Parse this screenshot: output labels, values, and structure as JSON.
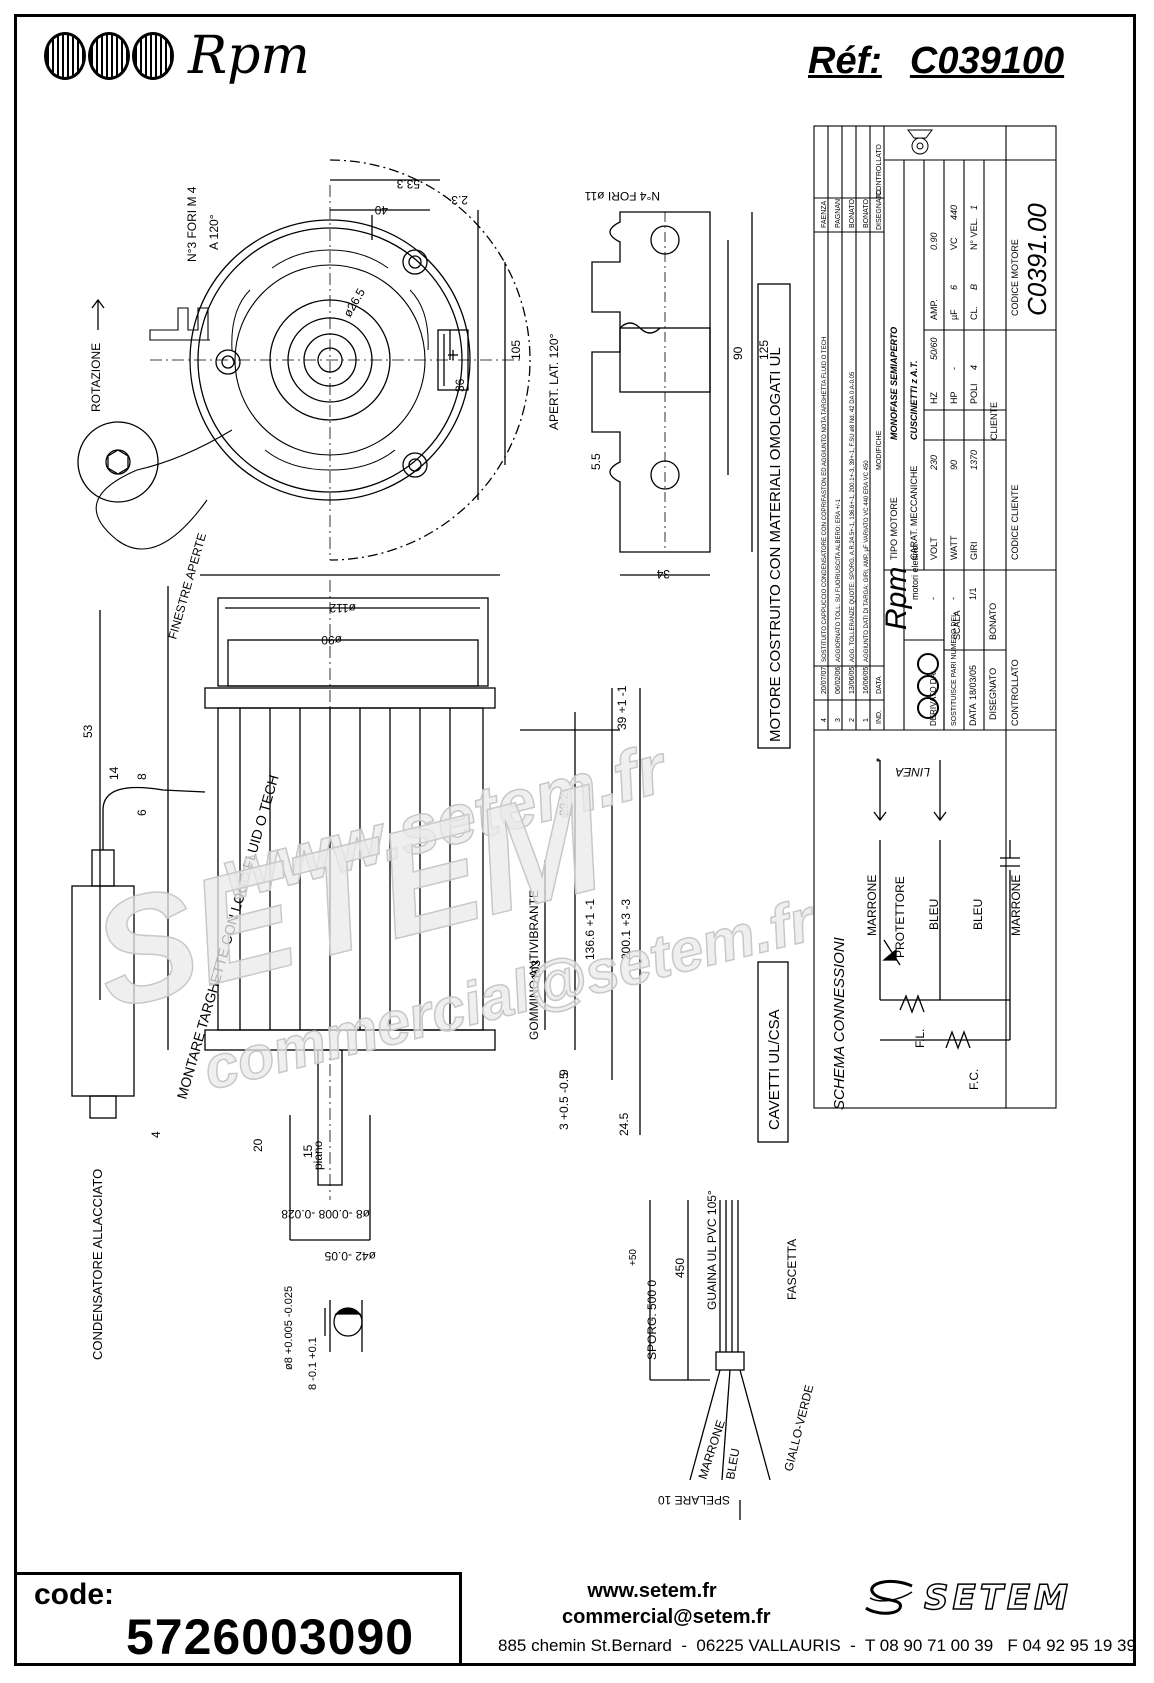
{
  "header": {
    "brand": "Rpm",
    "ref_label": "Réf:",
    "ref_value": "C039100"
  },
  "drawing": {
    "front_view": {
      "holes_note": "N°3 FORI M 4",
      "holes_angle": "A 120°",
      "rotation_label": "ROTAZIONE",
      "opening_label": "APERT. LAT. 120°",
      "dims": [
        "53.3",
        "40",
        "2.3",
        "105",
        "36",
        "ø26.5"
      ]
    },
    "bracket_view": {
      "holes_note": "N°4 FORI ø11",
      "dims": [
        "90",
        "125",
        "5.5",
        "34"
      ]
    },
    "side_view": {
      "windows_label": "FINESTRE APERTE",
      "damper_label": "GOMMINO ANTIVIBRANTE",
      "plate_label": "MONTARE TARGHETTE CON LOGO FLUID O TECH",
      "capacitor_label": "CONDENSATORE ALLACCIATO",
      "flat_label": "piano",
      "dims": [
        "ø112",
        "ø90",
        "53",
        "14",
        "8",
        "6",
        "39 +1 -1",
        "29.2",
        "103",
        "136.6 +1 -1",
        "200.1 +3 -3",
        "4",
        "9",
        "3 +0.5 -0.5",
        "24.5",
        "20",
        "15",
        "ø8 -0.008 -0.028",
        "ø42 -0.05"
      ]
    },
    "shaft_detail": {
      "dims": [
        "ø8 +0.005 -0.025",
        "8 -0.1 +0.1"
      ]
    },
    "cable": {
      "sheath_label": "GUAINA UL PVC 105°",
      "clip_label": "FASCETTA",
      "wires": [
        "MARRONE",
        "BLEU",
        "GIALLO-VERDE"
      ],
      "length_label": "SPORG. 500 0",
      "length_tol": "+50",
      "dim_450": "450",
      "strip_label": "SPELARE 10"
    },
    "notes": {
      "ul_materials": "MOTORE COSTRUITO CON MATERIALI OMOLOGATI UL",
      "ul_cables": "CAVETTI UL/CSA"
    },
    "wiring": {
      "title": "SCHEMA CONNESSIONI",
      "line": "LINEA",
      "labels": [
        "MARRONE",
        "PROTETTORE",
        "BLEU",
        "BLEU",
        "MARRONE",
        "F.L.",
        "F.C."
      ]
    },
    "title_block": {
      "revisions": [
        {
          "ind": "4",
          "data": "20/07/07",
          "text": "SOSTITUITO CAPPUCCIO CONDENSATORE CON COPRIFASTON ED AGGIUNTO NOTA TARGHETTA FLUID O TECH",
          "by": "FAENZA"
        },
        {
          "ind": "3",
          "data": "06/02/06",
          "text": "AGGIORNATO TOLL. SU FUORIUSCITA ALBERO: ERA +/-1",
          "by": "PAGNANI"
        },
        {
          "ind": "2",
          "data": "13/06/05",
          "text": "AGG. TOLLERANZE QUOTE: SPORG. A.R.24.5+-1, 136.6+-1, 200.1+-3, 39+-1, F.SU ø8 Nd. 42 DA 0 A-0.05",
          "by": "BONATO"
        },
        {
          "ind": "1",
          "data": "16/06/05",
          "text": "AGGIUNTO DATI DI TARGA: GIRI, AMP, µF VARIATO VC 440 ERA VC 450",
          "by": "BONATO"
        }
      ],
      "rev_headers": [
        "IND.",
        "DATA",
        "MODIFICHE",
        "DISEGNATO",
        "CONTROLLATO"
      ],
      "maker": "Rpm",
      "maker_sub": "motori elettrici",
      "derivato_da_label": "DERIVATO DA:",
      "derivato_da": "-",
      "sostituisce_label": "SOSTITUISCE PARI NUMERO DEL",
      "sostituisce": "-",
      "data_label": "DATA",
      "data": "18/03/05",
      "scala_label": "SCALA",
      "scala": "1/1",
      "disegnato_label": "DISEGNATO",
      "disegnato": "BONATO",
      "controllato_label": "CONTROLLATO",
      "tipo_motore_label": "TIPO MOTORE",
      "tipo_motore": "MONOFASE SEMIAPERTO",
      "carat_label": "CARAT. MECCANICHE",
      "carat": "CUSCINETTI z A.T.",
      "specs": [
        {
          "k": "VOLT",
          "v": "230"
        },
        {
          "k": "HZ",
          "v": "50/60"
        },
        {
          "k": "AMP.",
          "v": "0.90"
        },
        {
          "k": "WATT",
          "v": "90"
        },
        {
          "k": "HP",
          "v": "-"
        },
        {
          "k": "µF",
          "v": "6"
        },
        {
          "k": "VC",
          "v": "440"
        },
        {
          "k": "GIRI",
          "v": "1370"
        },
        {
          "k": "POLI",
          "v": "4"
        },
        {
          "k": "CL.",
          "v": "B"
        },
        {
          "k": "N° VEL.",
          "v": "1"
        }
      ],
      "cliente_label": "CLIENTE",
      "codice_cliente_label": "CODICE CLIENTE",
      "codice_motore_label": "CODICE MOTORE",
      "codice_motore": "C0391.00"
    },
    "watermarks": [
      "www.setem.fr",
      "SETEM",
      "commercial@setem.fr"
    ]
  },
  "footer": {
    "code_label": "code:",
    "code_value": "5726003090",
    "website": "www.setem.fr",
    "email": "commercial@setem.fr",
    "address": "885 chemin St.Bernard  -  06225 VALLAURIS  -  T 08 90 71 00 39   F 04 92 95 19 39",
    "logo_text": "SETEM"
  }
}
